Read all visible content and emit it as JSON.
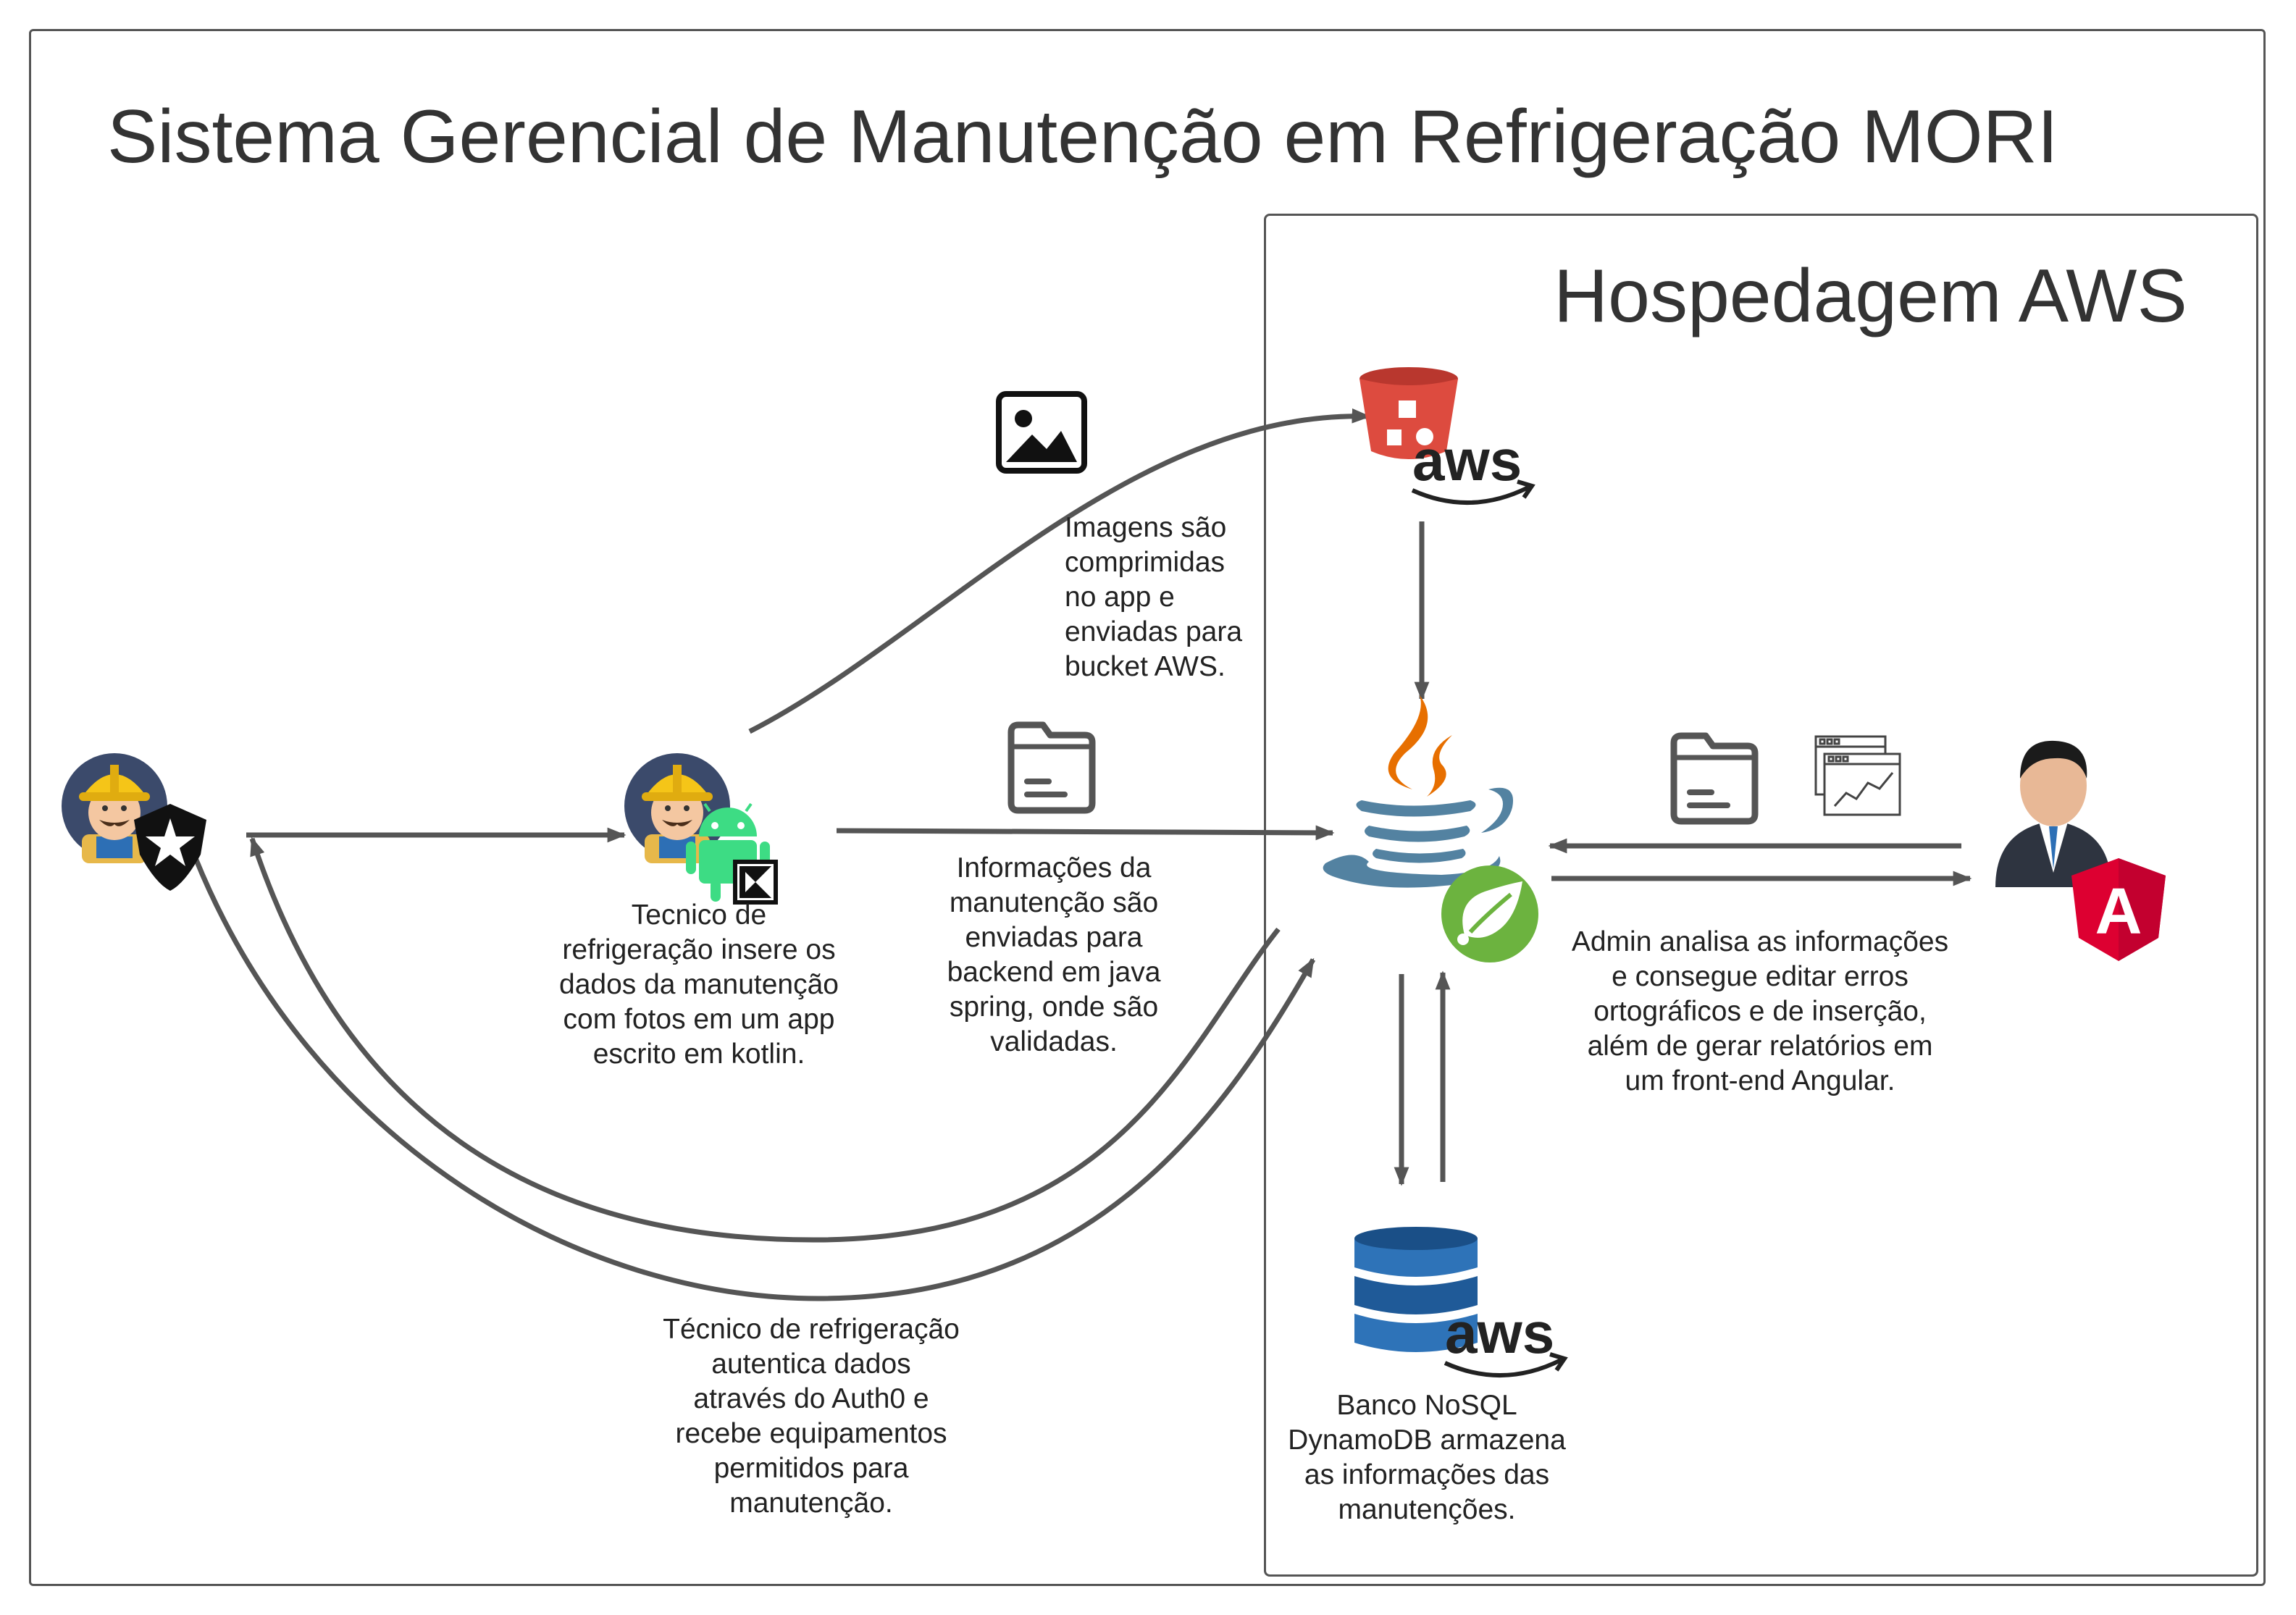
{
  "title": "Sistema Gerencial de Manutenção em Refrigeração MORI",
  "hosting_title": "Hospedagem AWS",
  "labels": {
    "technician_app": "Tecnico de\nrefrigeração insere os\ndados da manutenção\ncom fotos em um app\nescrito em kotlin.",
    "images_upload": "Imagens são\ncomprimidas\nno app e\nenviadas para\nbucket AWS.",
    "backend_info": "Informações da\nmanutenção são\nenviadas para\nbackend em java\nspring, onde são\nvalidadas.",
    "auth_flow": "Técnico de refrigeração\nautentica dados\natravés do Auth0 e\nrecebe equipamentos\npermitidos para\nmanutenção.",
    "admin_flow": "Admin analisa as informações\ne consegue editar erros\nortográficos e de inserção,\nalém de gerar relatórios em\num front-end Angular.",
    "database": "Banco NoSQL\nDynamoDB armazena\nas informações  das\nmanutenções."
  },
  "logo_text": {
    "aws_s3": "aws",
    "aws_dynamodb": "aws",
    "angular": "A"
  },
  "icons": [
    "worker-avatar-icon",
    "auth0-shield-icon",
    "android-icon",
    "kotlin-icon",
    "image-icon",
    "folder-icon",
    "s3-bucket-icon",
    "java-icon",
    "spring-icon",
    "dynamodb-icon",
    "dashboard-chart-icon",
    "admin-avatar-icon",
    "angular-icon"
  ],
  "colors": {
    "line": "#555555",
    "aws_red": "#dd4b3f",
    "java_orange": "#e76f00",
    "java_blue": "#5382a1",
    "spring_green": "#6cb33f",
    "android_green": "#3ddc84",
    "angular_red": "#dd0031",
    "dynamo_blue": "#2e73b8",
    "helmet_yellow": "#f5c518",
    "avatar_bg": "#3b4a6b"
  }
}
